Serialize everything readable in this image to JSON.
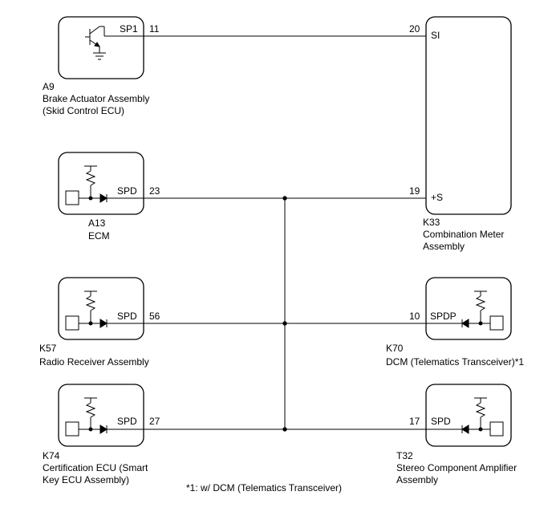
{
  "components": {
    "a9": {
      "code": "A9",
      "name_line1": "Brake Actuator Assembly",
      "name_line2": "(Skid Control ECU)",
      "pin_label": "SP1",
      "pin_number": "11"
    },
    "a13": {
      "code": "A13",
      "name_line1": "ECM",
      "pin_label": "SPD",
      "pin_number": "23"
    },
    "k57": {
      "code": "K57",
      "name_line1": "Radio Receiver Assembly",
      "pin_label": "SPD",
      "pin_number": "56"
    },
    "k74": {
      "code": "K74",
      "name_line1": "Certification ECU (Smart",
      "name_line2": "Key ECU Assembly)",
      "pin_label": "SPD",
      "pin_number": "27"
    },
    "k33": {
      "code": "K33",
      "name_line1": "Combination Meter",
      "name_line2": "Assembly",
      "pin1_label": "SI",
      "pin1_number": "20",
      "pin2_label": "+S",
      "pin2_number": "19"
    },
    "k70": {
      "code": "K70",
      "name_line1": "DCM (Telematics Transceiver)*1",
      "pin_label": "SPDP",
      "pin_number": "10"
    },
    "t32": {
      "code": "T32",
      "name_line1": "Stereo Component Amplifier",
      "name_line2": "Assembly",
      "pin_label": "SPD",
      "pin_number": "17"
    }
  },
  "footnote": "*1: w/ DCM (Telematics Transceiver)"
}
